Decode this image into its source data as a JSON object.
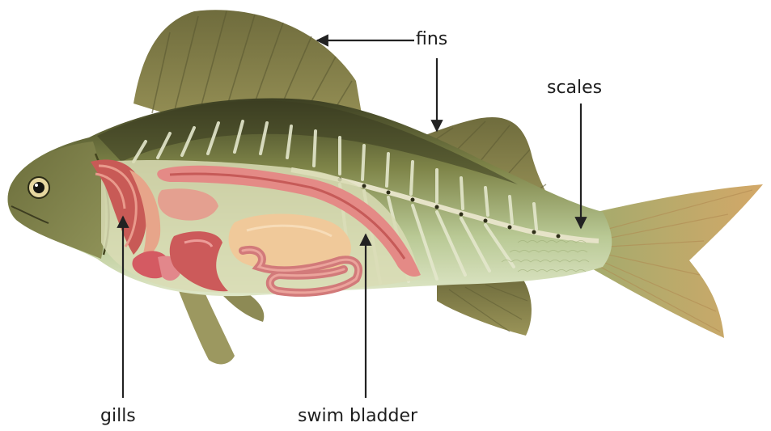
{
  "labels": {
    "fins": "fins",
    "scales": "scales",
    "gills": "gills",
    "swim_bladder": "swim bladder"
  },
  "colors": {
    "body_dark": "#3c3f22",
    "body_mid": "#7e8448",
    "belly": "#c3d49f",
    "fin": "#84804b",
    "tail": "#cba86a",
    "organ_red": "#c85a56",
    "organ_pink": "#e79a8c",
    "swim_bladder": "#f0c99a",
    "arrow": "#222222"
  }
}
